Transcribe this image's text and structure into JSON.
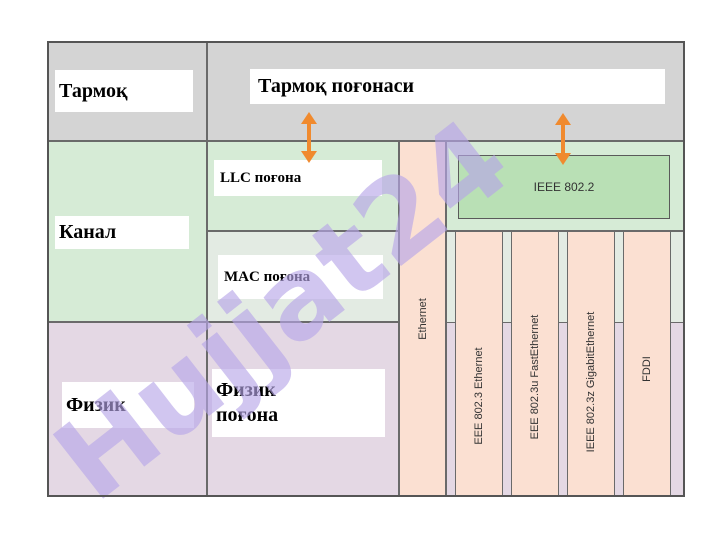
{
  "layers": {
    "network": "Тармоқ",
    "datalink": "Канал",
    "physical": "Физик"
  },
  "sublayers": {
    "network_layer": "Тармоқ поғонаси",
    "llc": "LLC поғона",
    "mac": "MAC поғона",
    "physical": "Физик поғона"
  },
  "standards": {
    "ethernet": "Ethernet",
    "ieee8022": "IEEE 802.2",
    "eee8023": "EEE 802.3 Ethernet",
    "eee8023u": "EEE 802.3u FastEthernet",
    "ieee8023z": "IEEE 802.3z GigabitEthernet",
    "fddi": "FDDI"
  },
  "watermark": "Hujjat24",
  "colors": {
    "network_bg": "#d4d4d4",
    "datalink_bg": "#d6ebd6",
    "physical_bg": "#e4d8e4",
    "standard_column_bg": "#fbe0d2",
    "ieee8022_bg": "#b9e0b5",
    "arrow": "#f08a2e",
    "watermark_purple": "#b7a6e8",
    "watermark_dark": "#1a1a1a"
  }
}
